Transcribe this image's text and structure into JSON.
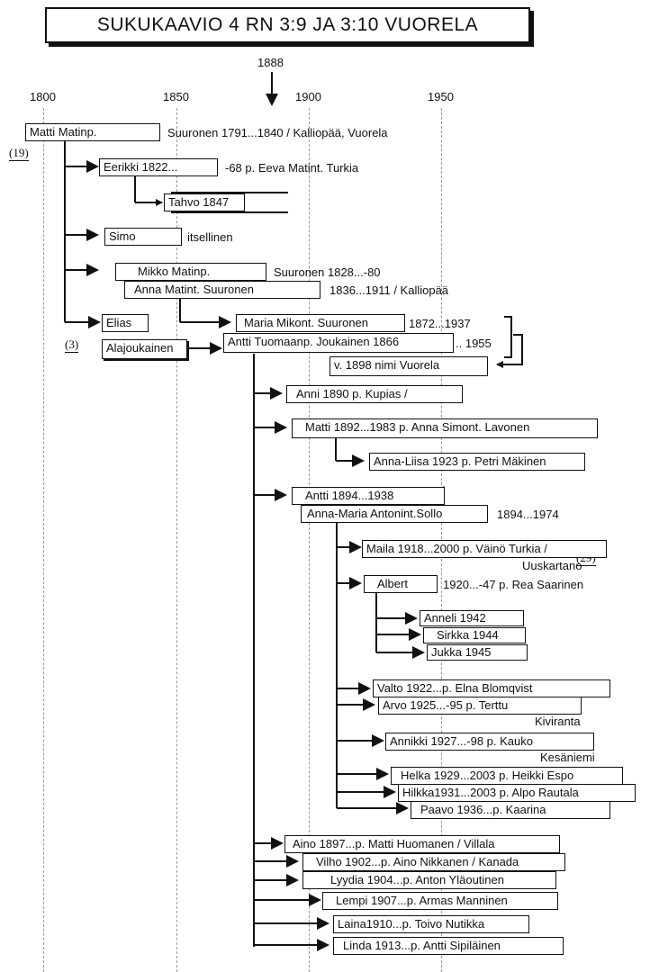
{
  "title": "SUKUKAAVIO 4 RN 3:9 JA 3:10 VUORELA",
  "marker_year": "1888",
  "years": [
    "1800",
    "1850",
    "1900",
    "1950"
  ],
  "refs": {
    "r19": "(19)",
    "r3": "(3)",
    "r29": "(29)"
  },
  "people": {
    "matti_matinp": {
      "name": "Matti Matinp.",
      "note": "Suuronen 1791...1840 / Kalliopää, Vuorela"
    },
    "eerikki": {
      "name": "Eerikki 1822...",
      "note": "-68 p. Eeva Matint. Turkia"
    },
    "tahvo": {
      "name": "Tahvo 1847"
    },
    "simo": {
      "name": "Simo",
      "note": "itsellinen"
    },
    "mikko": {
      "name": "Mikko Matinp.",
      "note": "Suuronen 1828...-80"
    },
    "anna_matint": {
      "name": "Anna Matint. Suuronen",
      "note": "1836...1911 / Kalliopää"
    },
    "elias": {
      "name": "Elias"
    },
    "alajoukainen": {
      "name": "Alajoukainen"
    },
    "maria_mikont": {
      "name": "Maria Mikont. Suuronen",
      "note": "1872...1937"
    },
    "antti_tuomaanp": {
      "name": "Antti Tuomaanp. Joukainen 1866",
      "note": ".. 1955"
    },
    "vuorela_note": {
      "name": "v. 1898 nimi Vuorela"
    },
    "anni": {
      "name": "Anni 1890 p. Kupias /"
    },
    "matti_1892": {
      "name": "Matti 1892...1983 p. Anna Simont. Lavonen"
    },
    "anna_liisa": {
      "name": "Anna-Liisa 1923 p. Petri Mäkinen"
    },
    "antti_1894": {
      "name": "Antti 1894...1938"
    },
    "anna_maria": {
      "name": "Anna-Maria Antonint.Sollo",
      "note": "1894...1974"
    },
    "maila": {
      "name": "Maila 1918...2000 p. Väinö Turkia /",
      "note": "Uuskartano"
    },
    "albert": {
      "name": "Albert",
      "note": "1920...-47 p. Rea Saarinen"
    },
    "anneli": {
      "name": "Anneli 1942"
    },
    "sirkka": {
      "name": "Sirkka 1944"
    },
    "jukka": {
      "name": "Jukka 1945"
    },
    "valto": {
      "name": "Valto 1922...p. Elna Blomqvist"
    },
    "arvo": {
      "name": "Arvo 1925...-95 p. Terttu",
      "note": "Kiviranta"
    },
    "annikki": {
      "name": "Annikki 1927...-98 p. Kauko",
      "note": "Kesäniemi"
    },
    "helka": {
      "name": "Helka 1929...2003 p. Heikki Espo"
    },
    "hilkka": {
      "name": "Hilkka1931...2003 p. Alpo Rautala"
    },
    "paavo": {
      "name": "Paavo 1936...p. Kaarina"
    },
    "aino": {
      "name": "Aino 1897...p. Matti Huomanen / Villala"
    },
    "vilho": {
      "name": "Vilho 1902...p. Aino Nikkanen / Kanada"
    },
    "lyydia": {
      "name": "Lyydia 1904...p. Anton Yläoutinen"
    },
    "lempi": {
      "name": "Lempi 1907...p. Armas Manninen"
    },
    "laina": {
      "name": "Laina1910...p. Toivo Nutikka"
    },
    "linda": {
      "name": "Linda 1913...p. Antti Sipiläinen"
    }
  }
}
